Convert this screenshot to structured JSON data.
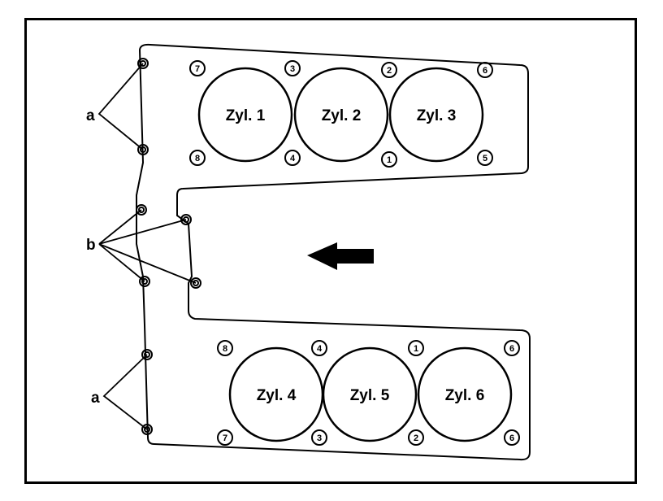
{
  "diagram": {
    "cylinders": [
      {
        "id": "c1",
        "label": "Zyl. 1"
      },
      {
        "id": "c2",
        "label": "Zyl. 2"
      },
      {
        "id": "c3",
        "label": "Zyl. 3"
      },
      {
        "id": "c4",
        "label": "Zyl. 4"
      },
      {
        "id": "c5",
        "label": "Zyl. 5"
      },
      {
        "id": "c6",
        "label": "Zyl. 6"
      }
    ],
    "bolt_numbers": {
      "upper": [
        "7",
        "3",
        "2",
        "6",
        "8",
        "4",
        "1",
        "5"
      ],
      "lower": [
        "8",
        "4",
        "1",
        "6",
        "7",
        "3",
        "2",
        "6"
      ]
    },
    "callouts": {
      "a_top": "a",
      "b": "b",
      "a_bottom": "a"
    },
    "arrow": "arrow-left-icon"
  }
}
